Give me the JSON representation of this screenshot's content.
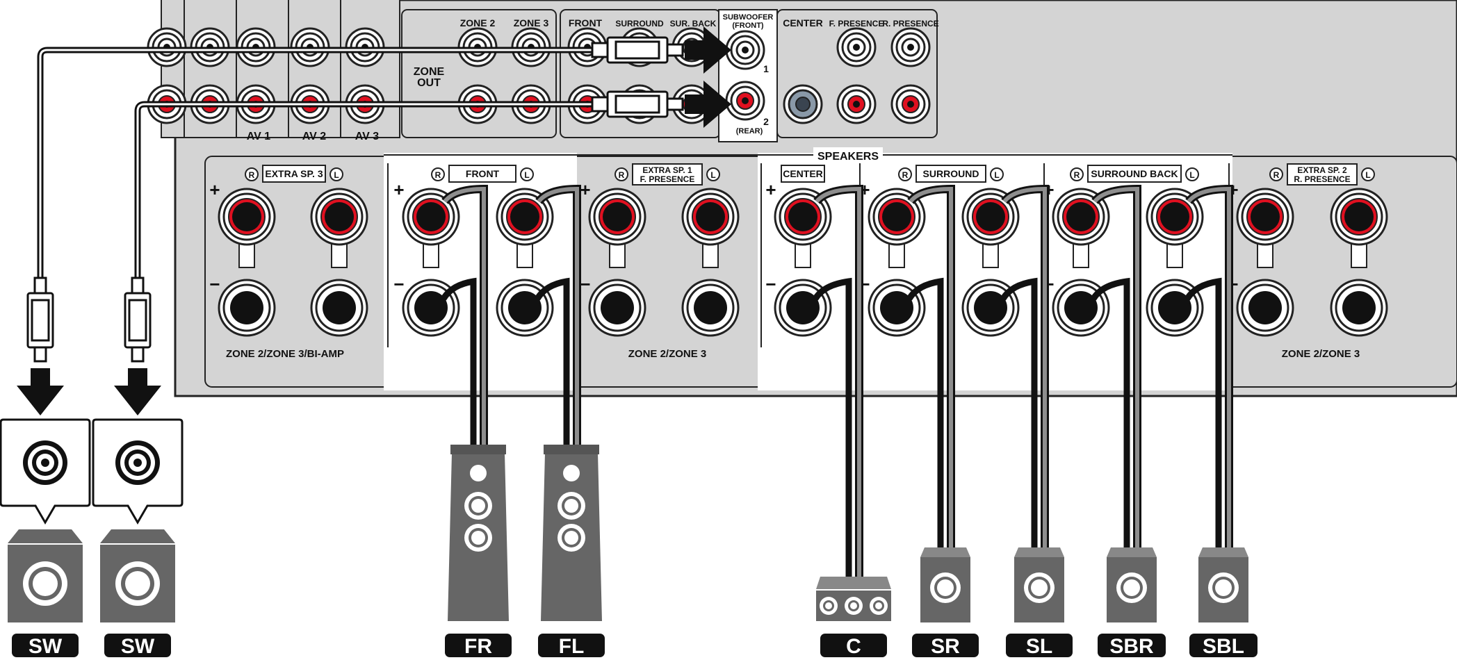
{
  "top_panel": {
    "zone_out": [
      "ZONE",
      "OUT"
    ],
    "labels": {
      "zone2": "ZONE 2",
      "zone3": "ZONE 3",
      "front": "FRONT",
      "surround": "SURROUND",
      "sur_back": "SUR. BACK",
      "subwoofer_front": [
        "SUBWOOFER",
        "(FRONT)"
      ],
      "subwoofer_rear": "(REAR)",
      "sub1": "1",
      "sub2": "2",
      "center": "CENTER",
      "f_presence": "F. PRESENCE",
      "r_presence": "R. PRESENCE",
      "av1": "AV 1",
      "av2": "AV 2",
      "av3": "AV 3"
    }
  },
  "speakers_panel": {
    "title": "SPEAKERS",
    "plus": "+",
    "minus": "−",
    "r_mark": "R",
    "l_mark": "L",
    "groups": [
      {
        "label": [
          "EXTRA SP. 3"
        ],
        "footer": "ZONE 2/ZONE 3/BI-AMP"
      },
      {
        "label": [
          "FRONT"
        ],
        "footer": ""
      },
      {
        "label": [
          "EXTRA SP. 1",
          "F. PRESENCE"
        ],
        "footer": "ZONE 2/ZONE 3"
      },
      {
        "label": [
          "CENTER"
        ],
        "footer": ""
      },
      {
        "label": [
          "SURROUND"
        ],
        "footer": ""
      },
      {
        "label": [
          "SURROUND BACK"
        ],
        "footer": ""
      },
      {
        "label": [
          "EXTRA SP. 2",
          "R. PRESENCE"
        ],
        "footer": "ZONE 2/ZONE 3"
      }
    ]
  },
  "speaker_tags": [
    "SW",
    "SW",
    "FR",
    "FL",
    "C",
    "SR",
    "SL",
    "SBR",
    "SBL"
  ]
}
